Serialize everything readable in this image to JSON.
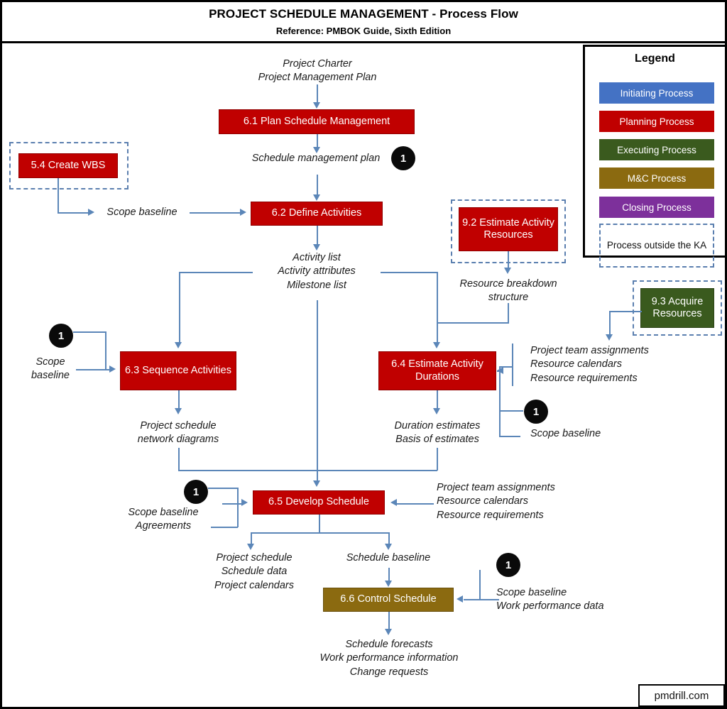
{
  "header": {
    "title": "PROJECT SCHEDULE MANAGEMENT - Process Flow",
    "subtitle": "Reference: PMBOK Guide, Sixth Edition"
  },
  "legend": {
    "title": "Legend",
    "items": [
      {
        "label": "Initiating Process",
        "color": "#4472C4"
      },
      {
        "label": "Planning Process",
        "color": "#C00000"
      },
      {
        "label": "Executing Process",
        "color": "#3A5A1E"
      },
      {
        "label": "M&C Process",
        "color": "#8B6A10"
      },
      {
        "label": "Closing Process",
        "color": "#7D309B"
      }
    ],
    "outside_label": "Process outside\nthe KA"
  },
  "processes": {
    "p61": "6.1 Plan Schedule Management",
    "p54": "5.4 Create WBS",
    "p62": "6.2 Define Activities",
    "p92": "9.2 Estimate\nActivity Resources",
    "p93": "9.3 Acquire\nResources",
    "p63": "6.3 Sequence\nActivities",
    "p64": "6.4 Estimate\nActivity Durations",
    "p65": "6.5 Develop Schedule",
    "p66": "6.6 Control Schedule"
  },
  "flows": {
    "charter_inputs": "Project Charter\nProject Management Plan",
    "schedule_mgmt_plan": "Schedule management plan",
    "scope_baseline_54": "Scope baseline",
    "activity_outputs": "Activity list\nActivity attributes\nMilestone list",
    "rbs": "Resource breakdown\nstructure",
    "scope_baseline_63": "Scope\nbaseline",
    "team_inputs_64": "Project team assignments\nResource calendars\nResource requirements",
    "scope_baseline_64": "Scope baseline",
    "network_diagrams": "Project schedule\nnetwork diagrams",
    "duration_estimates": "Duration estimates\nBasis of estimates",
    "scope_agreements_65": "Scope baseline\nAgreements",
    "team_inputs_65": "Project team assignments\nResource calendars\nResource requirements",
    "schedule_outputs": "Project schedule\nSchedule data\nProject calendars",
    "schedule_baseline": "Schedule baseline",
    "control_inputs": "Scope baseline\nWork performance data",
    "control_outputs": "Schedule forecasts\nWork performance information\nChange requests"
  },
  "badges": {
    "b1": "1",
    "b2": "1",
    "b3": "1",
    "b4": "1",
    "b5": "1"
  },
  "footer": {
    "site": "pmdrill.com"
  }
}
